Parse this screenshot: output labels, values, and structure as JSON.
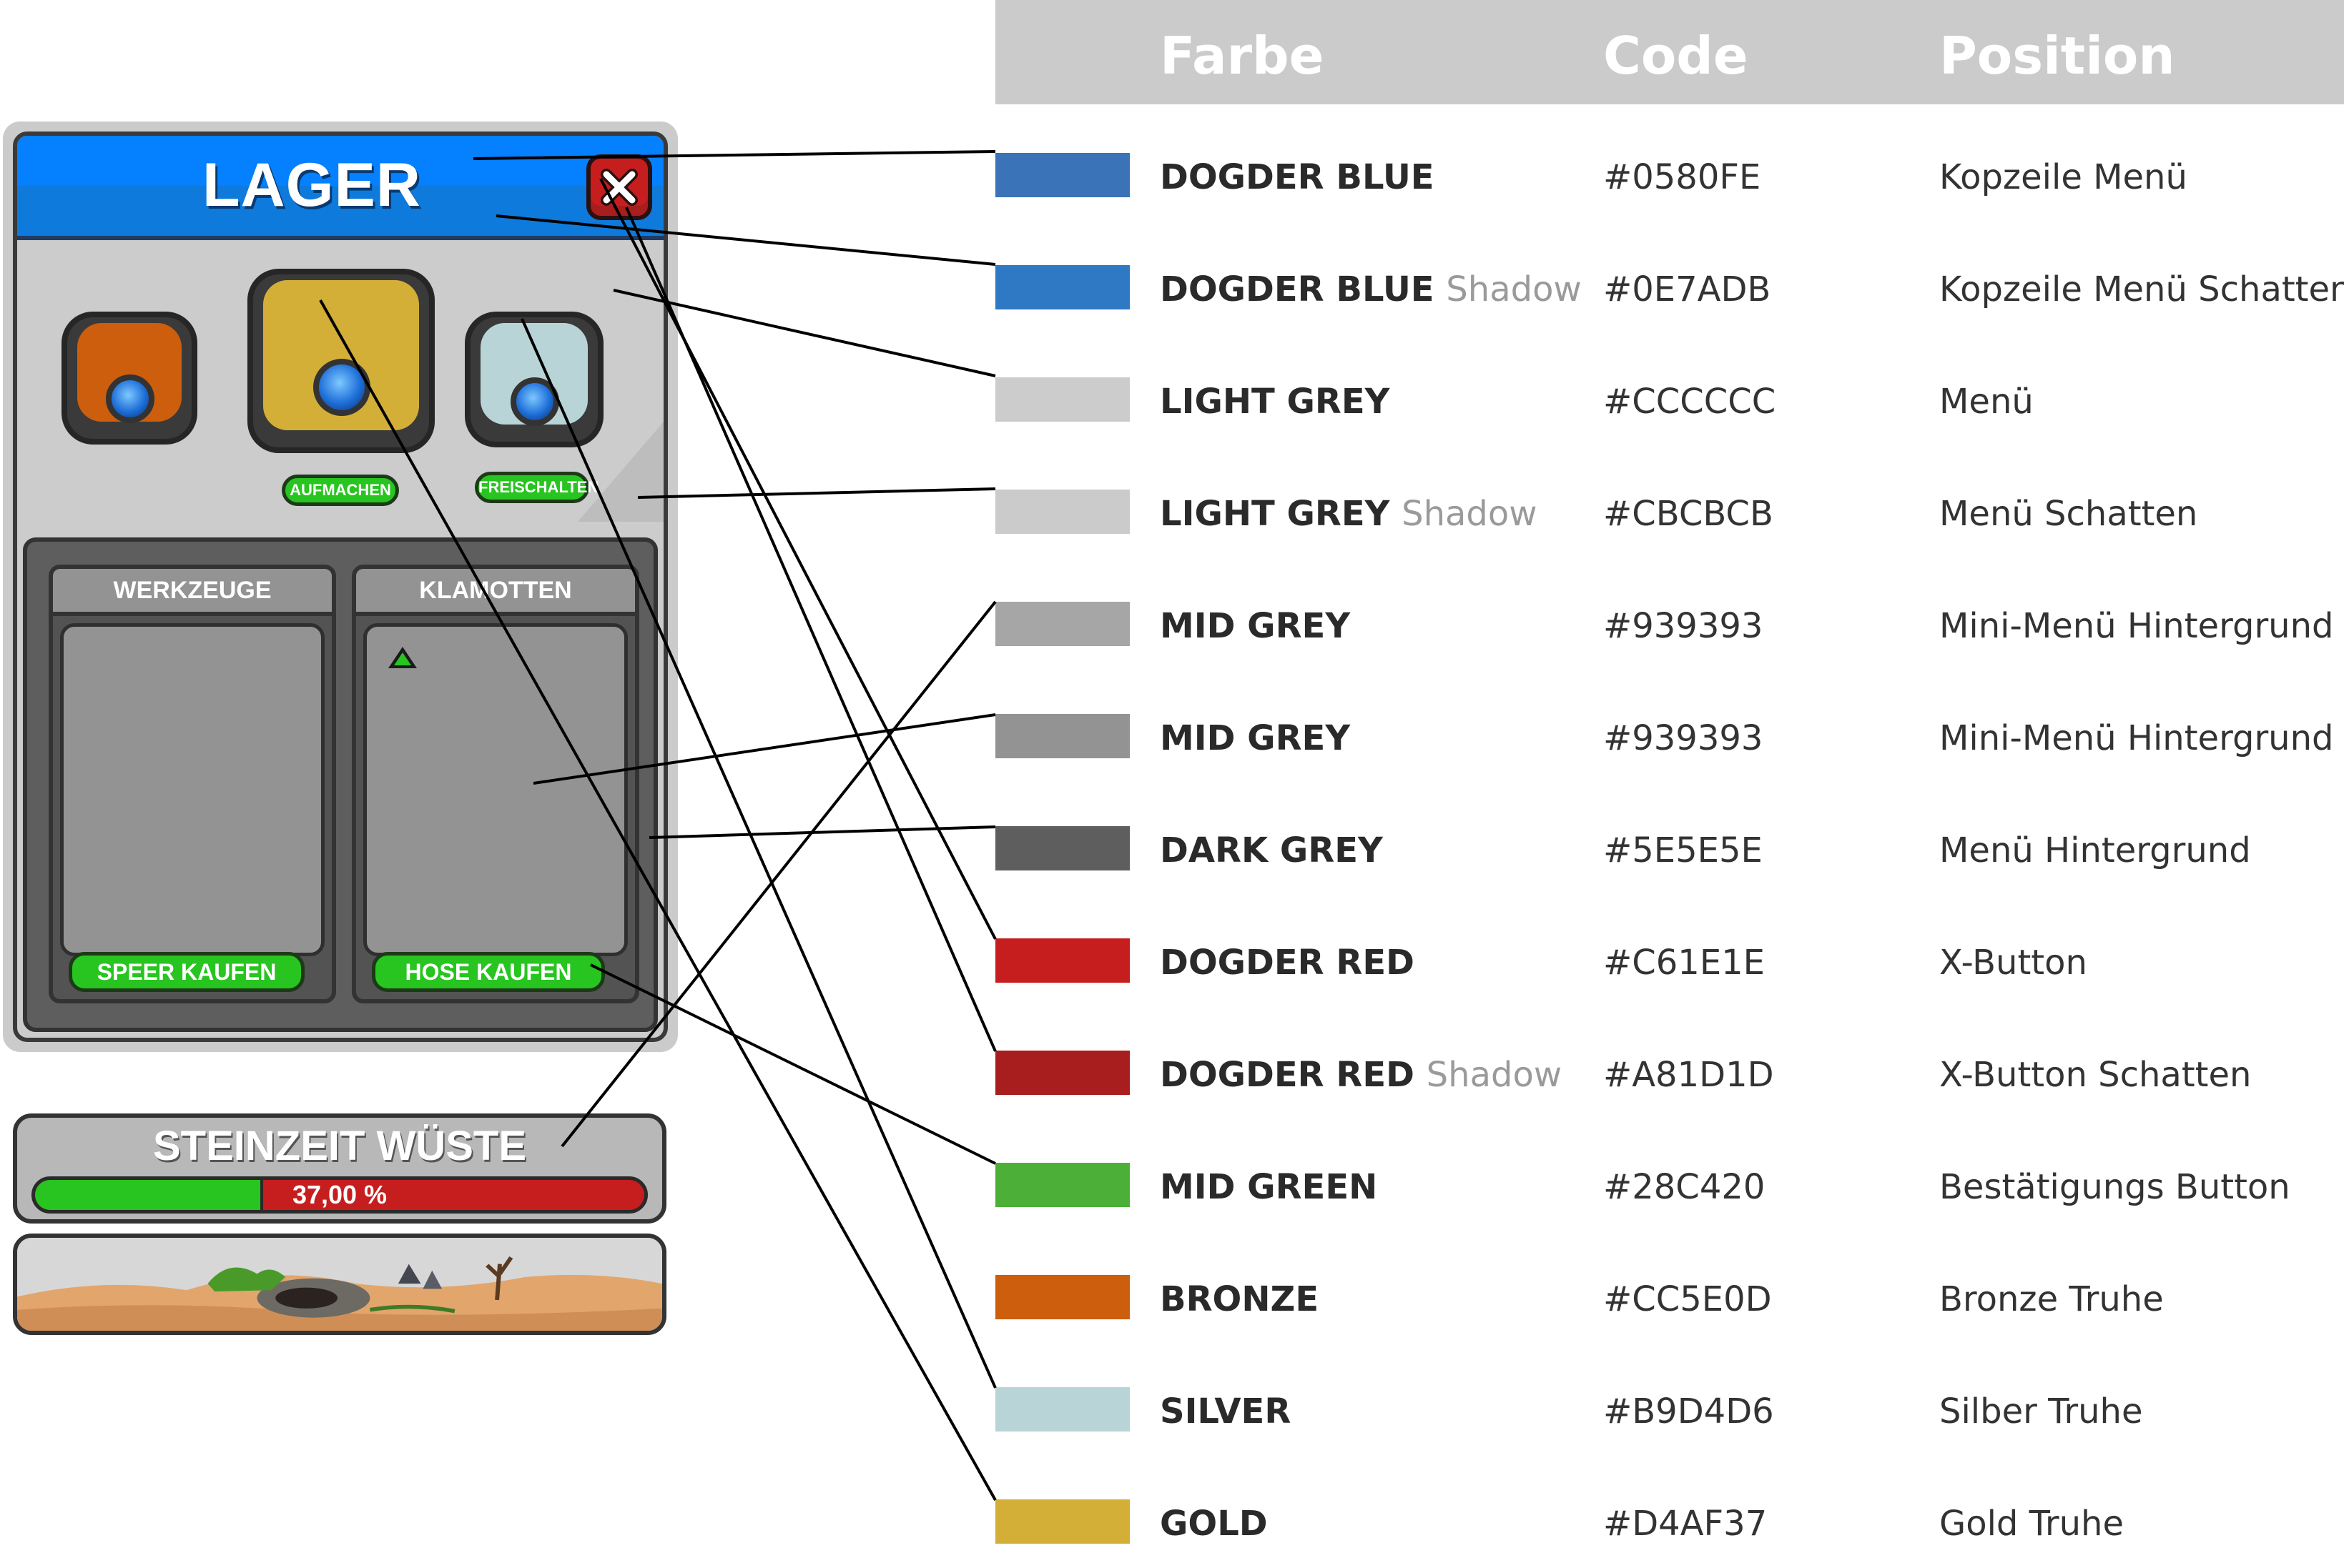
{
  "menu": {
    "title": "LAGER",
    "close_symbol": "✕",
    "buttons": {
      "open": "AUFMACHEN",
      "unlock": "FREISCHALTEN"
    },
    "cards": [
      {
        "title": "WERKZEUGE",
        "button": "SPEER KAUFEN"
      },
      {
        "title": "KLAMOTTEN",
        "button": "HOSE KAUFEN"
      }
    ],
    "zone": {
      "title": "STEINZEIT WÜSTE",
      "progress_label": "37,00 %",
      "progress": 0.37
    }
  },
  "table": {
    "headers": {
      "color": "Farbe",
      "code": "Code",
      "position": "Position"
    },
    "rows": [
      {
        "name": "DOGDER BLUE",
        "suffix": "",
        "code": "#0580FE",
        "position": "Kopzeile Menü",
        "swatch": "#3a73b8"
      },
      {
        "name": "DOGDER BLUE",
        "suffix": "Shadow",
        "code": "#0E7ADB",
        "position": "Kopzeile Menü Schatten",
        "swatch": "#2f78c4"
      },
      {
        "name": "LIGHT GREY",
        "suffix": "",
        "code": "#CCCCCC",
        "position": "Menü",
        "swatch": "#cccccc"
      },
      {
        "name": "LIGHT GREY",
        "suffix": "Shadow",
        "code": "#CBCBCB",
        "position": "Menü Schatten",
        "swatch": "#cbcbcb"
      },
      {
        "name": "MID GREY",
        "suffix": "",
        "code": "#939393",
        "position": "Mini-Menü Hintergrund",
        "swatch": "#a6a6a6"
      },
      {
        "name": "MID GREY",
        "suffix": "",
        "code": "#939393",
        "position": "Mini-Menü Hintergrund",
        "swatch": "#939393"
      },
      {
        "name": "DARK GREY",
        "suffix": "",
        "code": "#5E5E5E",
        "position": "Menü Hintergrund",
        "swatch": "#5e5e5e"
      },
      {
        "name": "DOGDER RED",
        "suffix": "",
        "code": "#C61E1E",
        "position": "X-Button",
        "swatch": "#c61e1e"
      },
      {
        "name": "DOGDER RED",
        "suffix": "Shadow",
        "code": "#A81D1D",
        "position": "X-Button Schatten",
        "swatch": "#a81d1d"
      },
      {
        "name": "MID GREEN",
        "suffix": "",
        "code": "#28C420",
        "position": "Bestätigungs Button",
        "swatch": "#4caf38"
      },
      {
        "name": "BRONZE",
        "suffix": "",
        "code": "#CC5E0D",
        "position": "Bronze Truhe",
        "swatch": "#cc5e0d"
      },
      {
        "name": "SILVER",
        "suffix": "",
        "code": "#B9D4D6",
        "position": "Silber Truhe",
        "swatch": "#b9d4d6"
      },
      {
        "name": "GOLD",
        "suffix": "",
        "code": "#D4AF37",
        "position": "Gold Truhe",
        "swatch": "#d4af37"
      }
    ]
  }
}
